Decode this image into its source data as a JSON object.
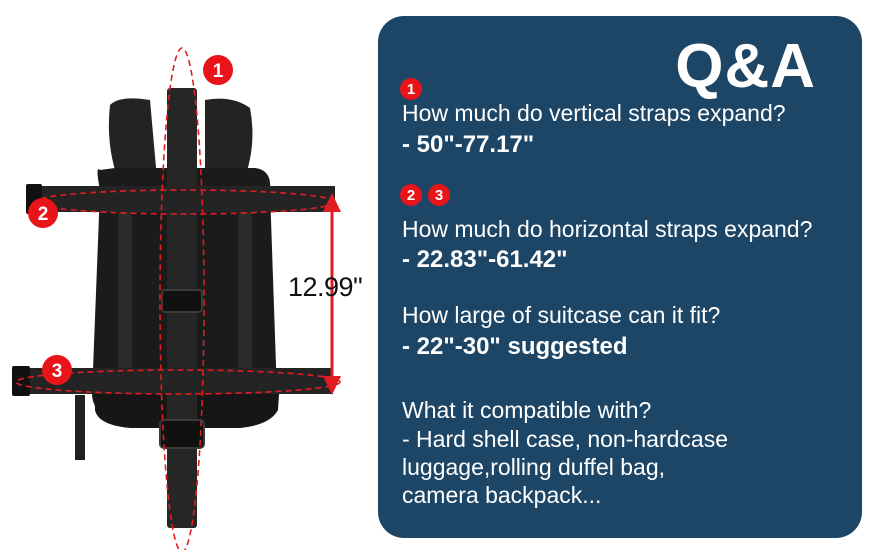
{
  "colors": {
    "panel_bg": "#1c4566",
    "panel_text": "#ffffff",
    "badge_red": "#e8141a",
    "dash_red": "#e11d22",
    "bag_black": "#1e1e1e"
  },
  "image": {
    "subject": "black luggage strap backpack",
    "markers": [
      "1",
      "2",
      "3"
    ],
    "dimension_label": "12.99\""
  },
  "panel": {
    "title": "Q&A",
    "items": [
      {
        "badges": [
          "1"
        ],
        "question": "How much do vertical straps expand?",
        "answer": "- 50\"-77.17\""
      },
      {
        "badges": [
          "2",
          "3"
        ],
        "question": "How much do horizontal straps expand?",
        "answer": "- 22.83\"-61.42\""
      },
      {
        "badges": [],
        "question": "How large of suitcase can it fit?",
        "answer": "- 22\"-30\" suggested"
      },
      {
        "badges": [],
        "question": "What it compatible with?",
        "answer_lines": [
          "- Hard shell case, non-hardcase",
          "luggage,rolling duffel bag,",
          "camera backpack..."
        ]
      }
    ]
  }
}
